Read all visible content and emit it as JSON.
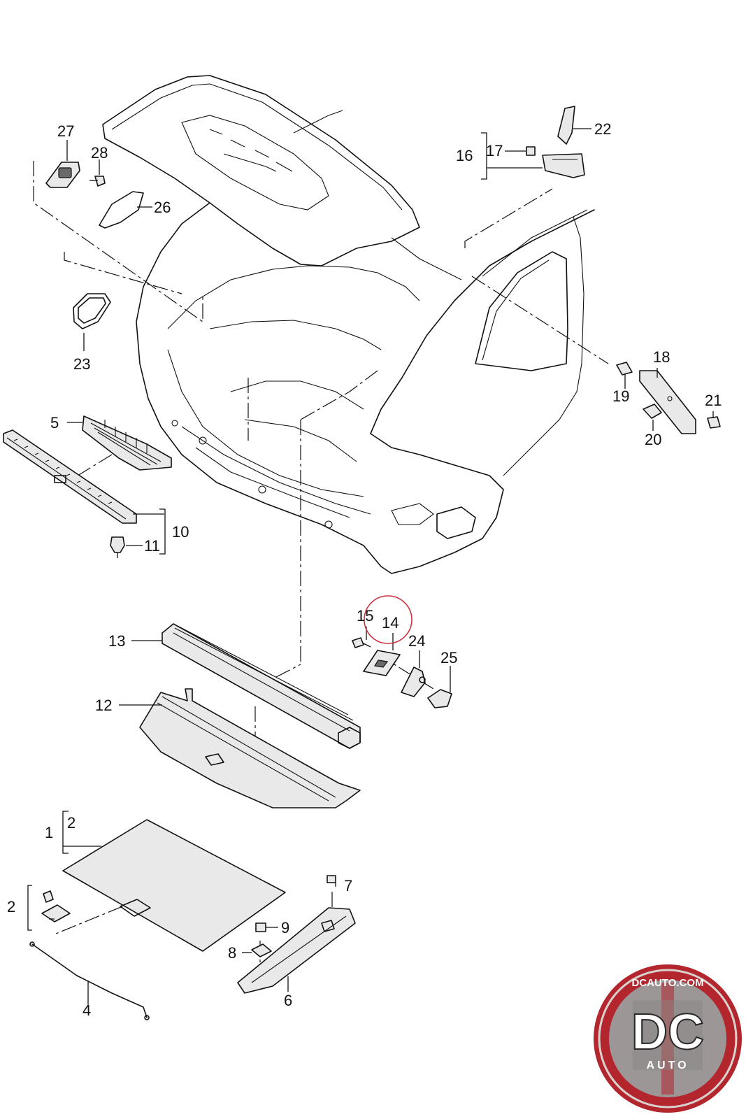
{
  "callouts": {
    "c1": "1",
    "c2a": "2",
    "c2b": "2",
    "c4": "4",
    "c5": "5",
    "c6": "6",
    "c7": "7",
    "c8": "8",
    "c9": "9",
    "c10": "10",
    "c11": "11",
    "c12": "12",
    "c13": "13",
    "c14": "14",
    "c15": "15",
    "c16": "16",
    "c17": "17",
    "c18": "18",
    "c19": "19",
    "c20": "20",
    "c21": "21",
    "c22": "22",
    "c23": "23",
    "c24": "24",
    "c25": "25",
    "c26": "26",
    "c27": "27",
    "c28": "28"
  },
  "highlight": {
    "part": "14",
    "color": "#c9343f"
  },
  "logo": {
    "site": "DCAUTO.COM",
    "initials": "DC",
    "tagline": "AUTO",
    "colors": {
      "ring": "#b3262e",
      "inner": "#9c9696",
      "text": "#ffffff"
    }
  }
}
